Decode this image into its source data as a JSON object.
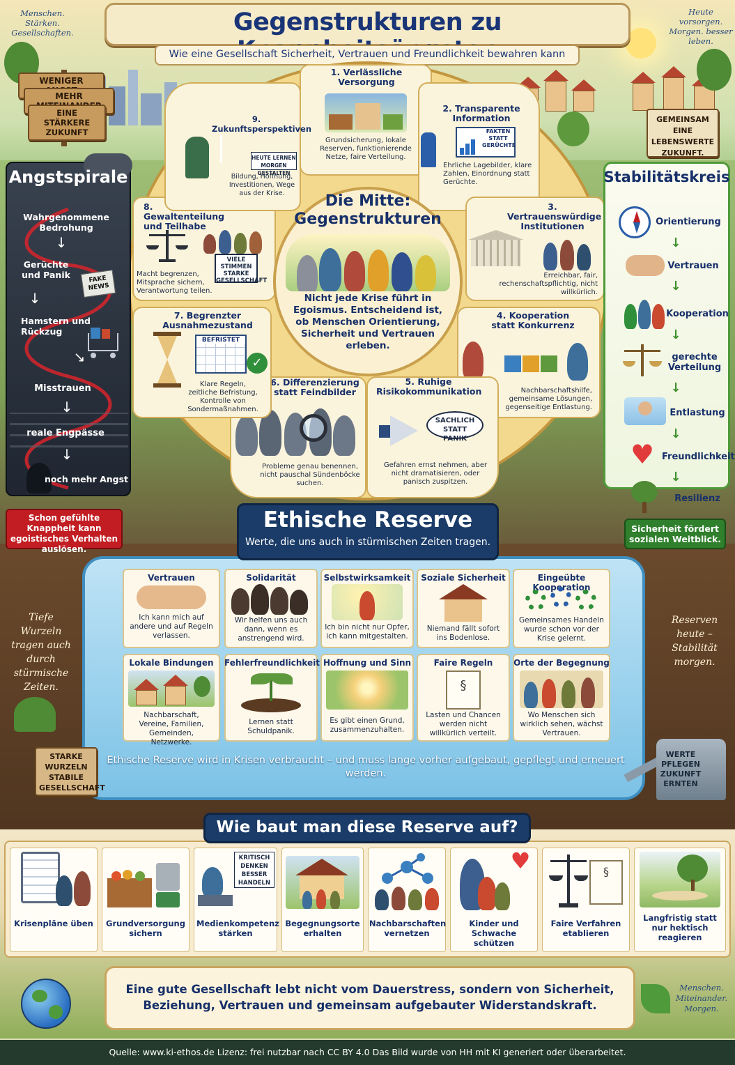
{
  "title": "Gegenstrukturen zu Knappheitsängsten",
  "subtitle": "Wie eine Gesellschaft Sicherheit, Vertrauen und Freundlichkeit bewahren kann",
  "corner_left": "Menschen. Stärken. Gesellschaften.",
  "corner_right": "Heute vorsorgen. Morgen. besser leben.",
  "signs_left": [
    "WENIGER ANGST",
    "MEHR MITEINANDER",
    "EINE STÄRKERE ZUKUNFT"
  ],
  "sign_right": "GEMEINSAM EINE LEBENSWERTE ZUKUNFT.",
  "angst": {
    "title": "Angstspirale",
    "items": [
      "Wahrgenommene Bedrohung",
      "Gerüchte und Panik",
      "Hamstern und Rückzug",
      "Misstrauen",
      "reale Engpässe",
      "noch mehr Angst"
    ],
    "fake_news": "FAKE NEWS",
    "note": "Schon gefühlte Knappheit kann egoistisches Verhalten auslösen."
  },
  "stability": {
    "title": "Stabilitätskreis",
    "items": [
      "Orientierung",
      "Vertrauen",
      "Kooperation",
      "gerechte Verteilung",
      "Entlastung",
      "Freundlichkeit",
      "Resilienz"
    ],
    "note": "Sicherheit fördert sozialen Weitblick."
  },
  "center": {
    "title": "Die Mitte: Gegenstrukturen",
    "text": "Nicht jede Krise führt in Egoismus. Entscheidend ist, ob Menschen Orientierung, Sicherheit und Vertrauen erleben."
  },
  "segments": [
    {
      "title": "1. Verlässliche Versorgung",
      "text": "Grundsicherung, lokale Reserven, funktionierende Netze, faire Verteilung."
    },
    {
      "title": "2. Transparente Information",
      "text": "Ehrliche Lagebilder, klare Zahlen, Einordnung statt Gerüchte.",
      "badge": "FAKTEN STATT GERÜCHTE"
    },
    {
      "title": "3. Vertrauenswürdige Institutionen",
      "text": "Erreichbar, fair, rechenschaftspflichtig, nicht willkürlich."
    },
    {
      "title": "4. Kooperation statt Konkurrenz",
      "text": "Nachbarschaftshilfe, gemeinsame Lösungen, gegenseitige Entlastung."
    },
    {
      "title": "5. Ruhige Risikokommunikation",
      "text": "Gefahren ernst nehmen, aber nicht dramatisieren, oder panisch zuspitzen.",
      "badge": "SACHLICH STATT PANIK"
    },
    {
      "title": "6. Differenzierung statt Feindbilder",
      "text": "Probleme genau benennen, nicht pauschal Sündenböcke suchen."
    },
    {
      "title": "7. Begrenzter Ausnahmezustand",
      "text": "Klare Regeln, zeitliche Befristung, Kontrolle von Sondermaßnahmen.",
      "badge": "BEFRISTET"
    },
    {
      "title": "8. Gewaltenteilung und Teilhabe",
      "text": "Macht begrenzen, Mitsprache sichern, Verantwortung teilen.",
      "badge": "VIELE STIMMEN STARKE GESELLSCHAFT"
    },
    {
      "title": "9. Zukunftsperspektiven",
      "text": "Bildung, Hoffnung, Investitionen, Wege aus der Krise.",
      "badge": "HEUTE LERNEN MORGEN GESTALTEN"
    }
  ],
  "ethik": {
    "title": "Ethische Reserve",
    "subtitle": "Werte, die uns auch in stürmischen Zeiten tragen.",
    "values": [
      {
        "title": "Vertrauen",
        "text": "Ich kann mich auf andere und auf Regeln verlassen."
      },
      {
        "title": "Solidarität",
        "text": "Wir helfen uns auch dann, wenn es anstrengend wird."
      },
      {
        "title": "Selbstwirksamkeit",
        "text": "Ich bin nicht nur Opfer, ich kann mitgestalten."
      },
      {
        "title": "Soziale Sicherheit",
        "text": "Niemand fällt sofort ins Bodenlose."
      },
      {
        "title": "Eingeübte Kooperation",
        "text": "Gemeinsames Handeln wurde schon vor der Krise gelernt."
      },
      {
        "title": "Lokale Bindungen",
        "text": "Nachbarschaft, Vereine, Familien, Gemeinden, Netzwerke."
      },
      {
        "title": "Fehlerfreundlichkeit",
        "text": "Lernen statt Schuldpanik."
      },
      {
        "title": "Hoffnung und Sinn",
        "text": "Es gibt einen Grund, zusammenzuhalten."
      },
      {
        "title": "Faire Regeln",
        "text": "Lasten und Chancen werden nicht willkürlich verteilt."
      },
      {
        "title": "Orte der Begegnung",
        "text": "Wo Menschen sich wirklich sehen, wächst Vertrauen."
      }
    ],
    "note": "Ethische Reserve wird in Krisen verbraucht – und muss lange vorher aufgebaut, gepflegt und erneuert werden."
  },
  "roots_left": "Tiefe Wurzeln tragen auch durch stürmische Zeiten.",
  "roots_right": "Reserven heute – Stabilität morgen.",
  "sign_roots": "STARKE WURZELN STABILE GESELLSCHAFT",
  "can_sign": "WERTE PFLEGEN ZUKUNFT ERNTEN",
  "build": {
    "title": "Wie baut man diese Reserve auf?",
    "items": [
      "Krisenpläne üben",
      "Grundversorgung sichern",
      "Medienkompetenz stärken",
      "Begegnungsorte erhalten",
      "Nachbarschaften vernetzen",
      "Kinder und Schwache schützen",
      "Faire Verfahren etablieren",
      "Langfristig statt nur hektisch reagieren"
    ],
    "media_badge": "KRITISCH DENKEN BESSER HANDELN"
  },
  "quote": "Eine gute Gesellschaft lebt nicht vom Dauerstress, sondern von Sicherheit, Beziehung, Vertrauen und gemeinsam aufgebauter Widerstandskraft.",
  "corner_bottom_right": "Menschen. Miteinander. Morgen.",
  "footer": "Quelle: www.ki-ethos.de Lizenz: frei nutzbar nach CC BY 4.0 Das Bild wurde von HH mit KI generiert oder überarbeitet.",
  "colors": {
    "navy": "#17306a",
    "angst_red": "#c21d22",
    "stab_green": "#2f7f2c",
    "water": "#7cc2e6"
  }
}
